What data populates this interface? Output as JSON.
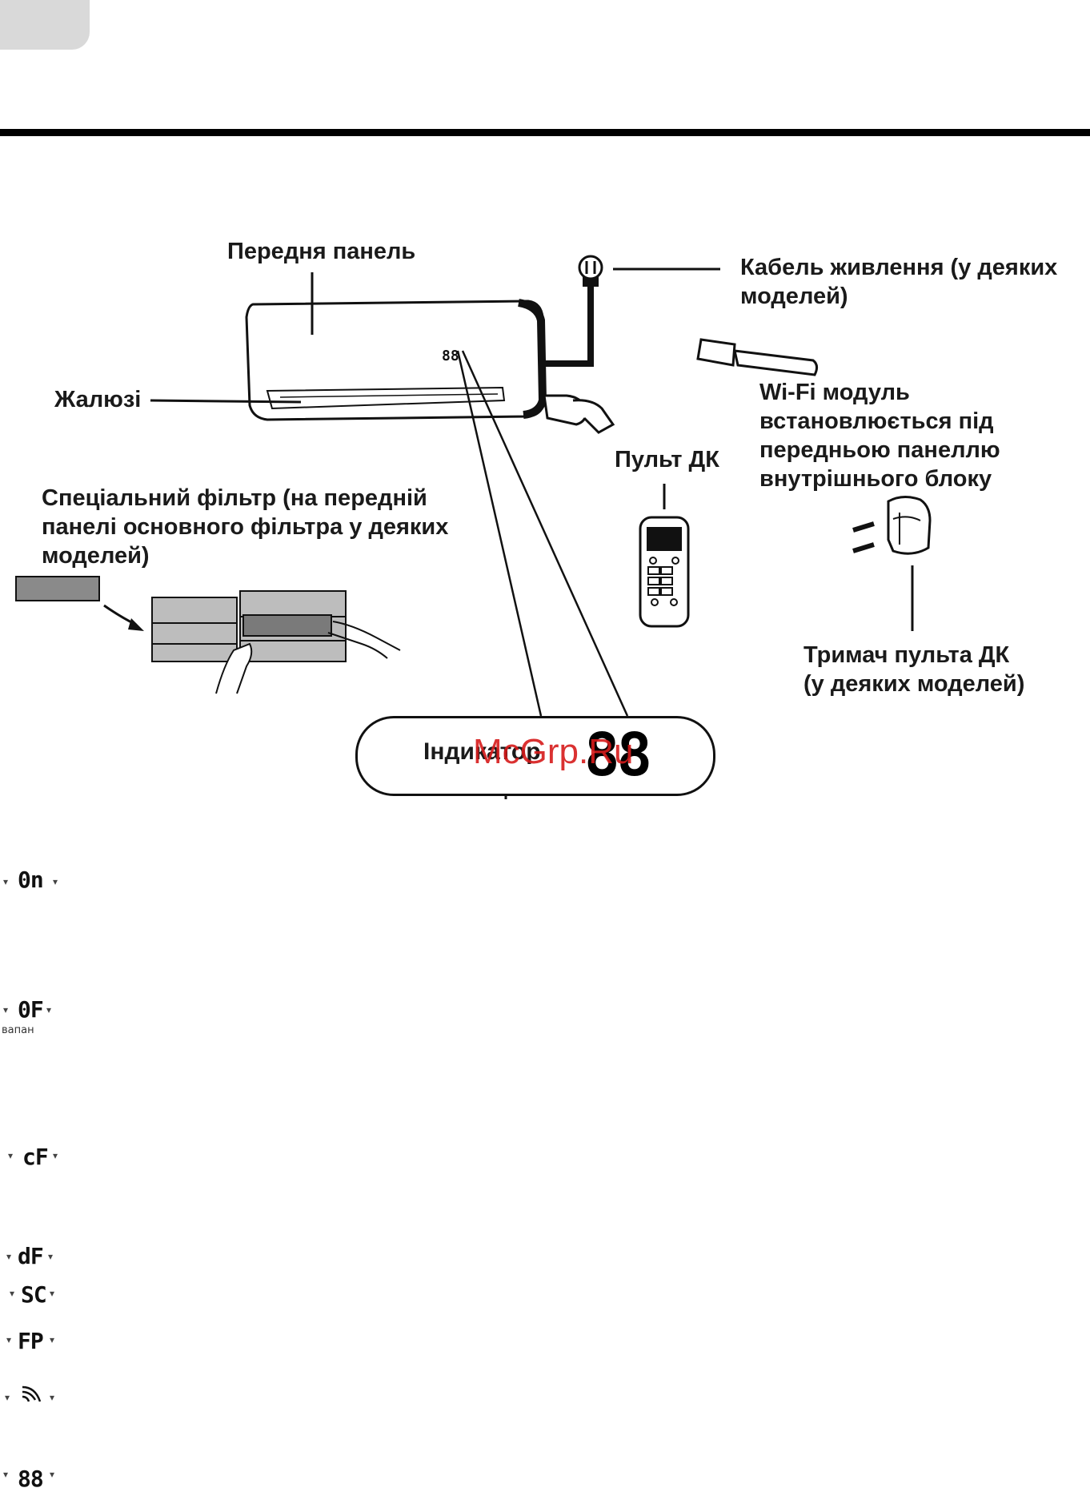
{
  "labels": {
    "front_panel": "Передня панель",
    "power_cable": [
      "Кабель живлення (у деяких",
      "моделей)"
    ],
    "louvers": "Жалюзі",
    "wifi_module": [
      "Wi-Fi модуль",
      "встановлюється під",
      "передньою панеллю",
      "внутрішнього блоку"
    ],
    "remote": "Пульт ДК",
    "special_filter": [
      "Спеціальний фільтр (на передній",
      "панелі основного фільтра у деяких",
      "моделей)"
    ],
    "remote_holder": [
      "Тримач пульта ДК",
      "(у деяких моделей)"
    ]
  },
  "indicator": {
    "label": "Індикатор",
    "digits": "88",
    "unit_display": "88"
  },
  "watermark": "McGrp.Ru",
  "display_codes": [
    {
      "code": "0n"
    },
    {
      "code": "0F",
      "note": "вапан"
    },
    {
      "code": "cF"
    },
    {
      "code": "dF"
    },
    {
      "code": "SC"
    },
    {
      "code": "FP"
    },
    {
      "code": "wifi-icon"
    },
    {
      "code": "88"
    }
  ]
}
